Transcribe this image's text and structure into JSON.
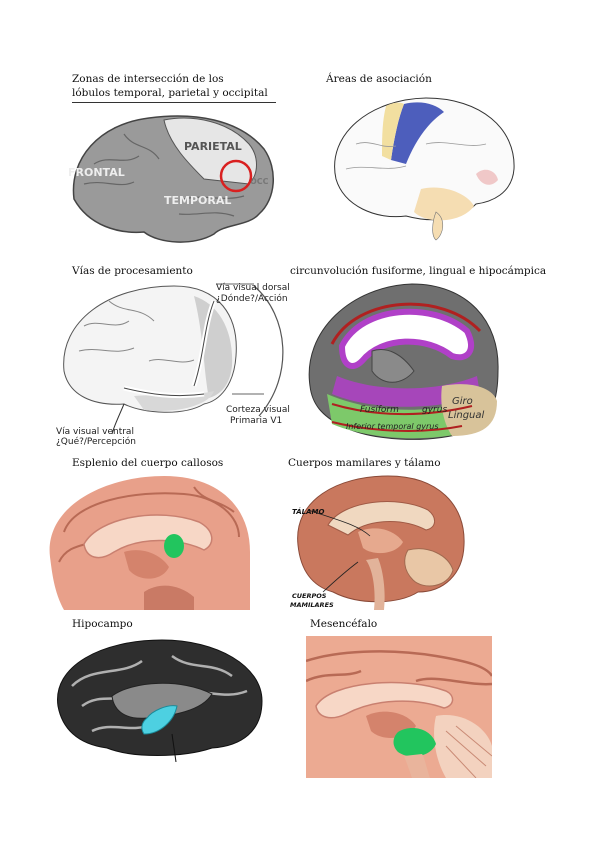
{
  "captions": {
    "p1_line1": "Zonas de intersección de los",
    "p1_line2": "lóbulos temporal, parietal y occipital",
    "p2": "Áreas de asociación",
    "p3": "Vías de procesamiento",
    "p4": "circunvolución fusiforme, lingual e hipocámpica",
    "p5": "Esplenio del cuerpo callosos",
    "p6": "Cuerpos mamilares y tálamo",
    "p7": "Hipocampo",
    "p8": "Mesencéfalo"
  },
  "panel1": {
    "frontal": "FRONTAL",
    "parietal": "PARIETAL",
    "temporal": "TEMPORAL",
    "occ": "OCC"
  },
  "panel3": {
    "dorsal_1": "Vía visual dorsal",
    "dorsal_2": "¿Dónde?/Acción",
    "cortex_1": "Corteza visual",
    "cortex_2": "Primaria V1",
    "ventral_1": "Vía visual ventral",
    "ventral_2": "¿Qué?/Percepción"
  },
  "panel4": {
    "fusiform": "Fusiform",
    "gyrus": "gyrus",
    "inf_temp": "Inferior temporal gyrus",
    "lingual_1": "Giro",
    "lingual_2": "Lingual"
  },
  "panel6": {
    "thalamus": "TÁLAMO",
    "mam_1": "CUERPOS",
    "mam_2": "MAMILARES"
  },
  "colors": {
    "accent_green": "#22c55e",
    "accent_cyan": "#4dd0e1",
    "accent_red": "#d92020",
    "accent_purple": "#b040c8",
    "accent_blue": "#2d3fa0",
    "brain_pink": "#e8a08a"
  }
}
